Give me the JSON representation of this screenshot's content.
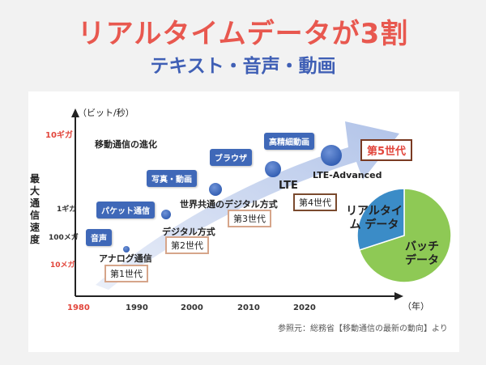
{
  "header": {
    "title": "リアルタイムデータが3割",
    "subtitle": "テキスト・音声・動画"
  },
  "axes": {
    "y_unit": "（ビット/秒）",
    "y_label": "最大通信速度",
    "x_unit": "（年）",
    "y_ticks": [
      "10ギガ",
      "1ギガ",
      "100メガ",
      "10メガ"
    ],
    "x_ticks": [
      "1980",
      "1990",
      "2000",
      "2010",
      "2020"
    ]
  },
  "arrow_label": "移動通信の進化",
  "services": [
    "音声",
    "パケット通信",
    "写真・動画",
    "ブラウザ",
    "高精細動画"
  ],
  "technologies": [
    "アナログ通信",
    "デジタル方式",
    "世界共通のデジタル方式",
    "LTE",
    "LTE-Advanced"
  ],
  "generations": [
    "第1世代",
    "第2世代",
    "第3世代",
    "第4世代",
    "第5世代"
  ],
  "pie": {
    "labels": [
      "リアルタイム\nデータ",
      "バッチ\nデータ"
    ],
    "realtime_label": "リアルタイム データ",
    "batch_label": "バッチ データ",
    "realtime_share": 0.3,
    "batch_share": 0.7,
    "colors": {
      "realtime": "#3b8cc7",
      "batch": "#8ec955"
    }
  },
  "source": "参照元：総務省【移動通信の最新の動向】より",
  "colors": {
    "title": "#e8584f",
    "subtitle": "#3f5fb5",
    "pill": "#3f68b8",
    "accent_red": "#e2453b"
  }
}
